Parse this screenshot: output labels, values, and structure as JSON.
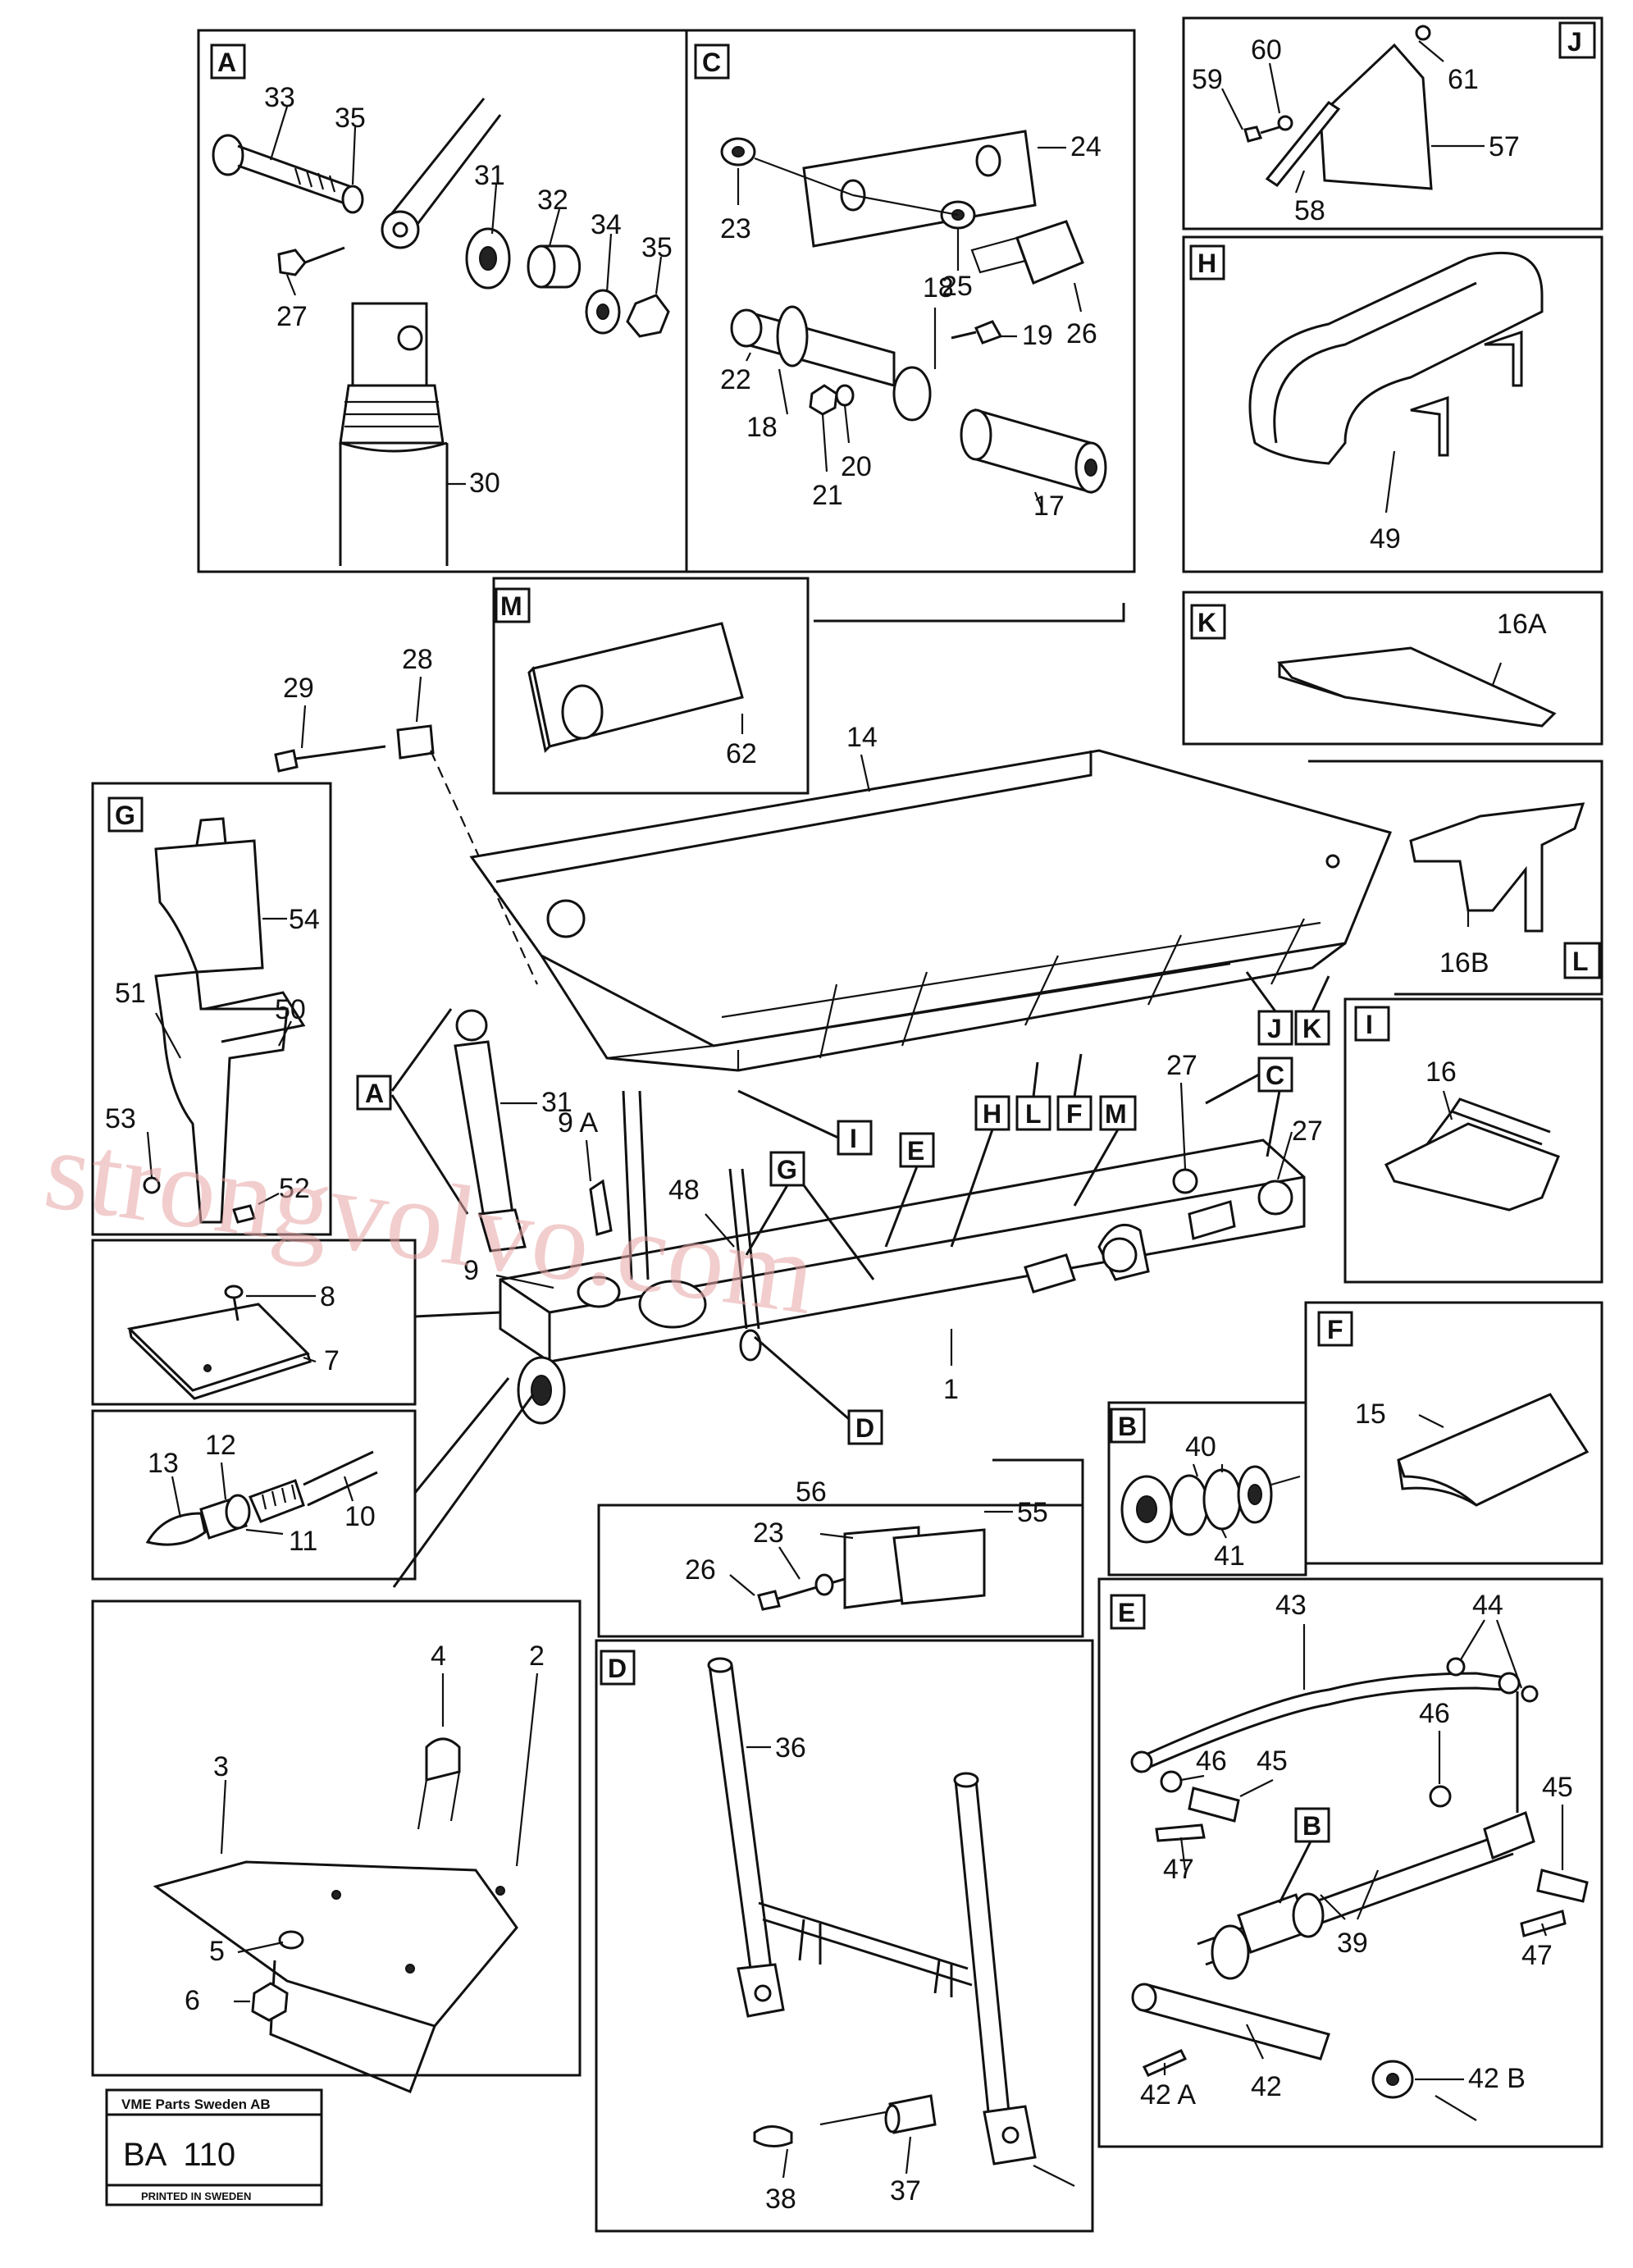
{
  "panels": {
    "A": {
      "tag": "A",
      "labels": [
        "33",
        "35",
        "31",
        "32",
        "34",
        "35",
        "27",
        "30"
      ]
    },
    "C": {
      "tag": "C",
      "labels": [
        "24",
        "23",
        "25",
        "26",
        "18",
        "19",
        "22",
        "18",
        "20",
        "21",
        "17"
      ]
    },
    "J": {
      "tag": "J",
      "labels": [
        "60",
        "59",
        "61",
        "57",
        "58"
      ]
    },
    "H": {
      "tag": "H",
      "labels": [
        "49"
      ]
    },
    "M": {
      "tag": "M",
      "labels": [
        "62"
      ]
    },
    "K": {
      "tag": "K",
      "labels": [
        "16A"
      ]
    },
    "L": {
      "tag": "L",
      "labels": [
        "16B"
      ]
    },
    "I": {
      "tag": "I",
      "labels": [
        "16"
      ]
    },
    "G": {
      "tag": "G",
      "labels": [
        "54",
        "51",
        "50",
        "53",
        "52"
      ]
    },
    "F": {
      "tag": "F",
      "labels": [
        "15"
      ]
    },
    "B": {
      "tag": "B",
      "labels": [
        "40",
        "41"
      ]
    },
    "E": {
      "tag": "E",
      "labels": [
        "43",
        "44",
        "46",
        "45",
        "46",
        "45",
        "47",
        "39",
        "47",
        "42 A",
        "42",
        "42 B"
      ],
      "inner_tag": "B"
    },
    "D": {
      "tag": "D",
      "labels": [
        "36",
        "38",
        "37"
      ]
    }
  },
  "main": {
    "labels": [
      "29",
      "28",
      "14",
      "31",
      "9 A",
      "48",
      "9",
      "1",
      "27",
      "27"
    ],
    "tags": [
      "A",
      "I",
      "E",
      "G",
      "H",
      "L",
      "F",
      "M",
      "J",
      "K",
      "C",
      "D"
    ]
  },
  "subpanels": {
    "plate": {
      "labels": [
        "8",
        "7"
      ]
    },
    "hose": {
      "labels": [
        "13",
        "12",
        "11",
        "10"
      ]
    },
    "pads": {
      "labels": [
        "56",
        "55",
        "23",
        "26"
      ]
    },
    "bracket": {
      "labels": [
        "4",
        "3",
        "2",
        "5",
        "6"
      ]
    }
  },
  "footer": {
    "company": "VME Parts Sweden AB",
    "code": "BA  110",
    "printed": "PRINTED IN SWEDEN"
  },
  "watermark": "strongvolvo.com"
}
